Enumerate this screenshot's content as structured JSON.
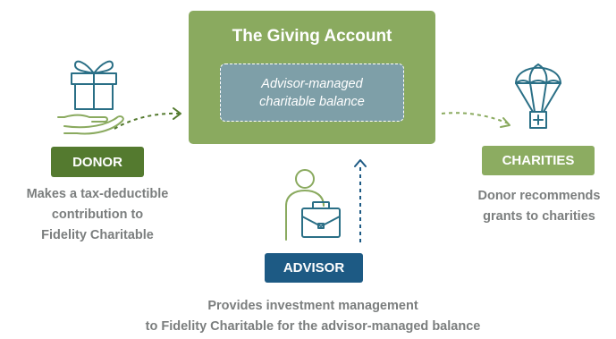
{
  "account": {
    "title": "The Giving Account",
    "inner_line1": "Advisor-managed",
    "inner_line2": "charitable balance"
  },
  "donor": {
    "label": "DONOR",
    "desc_lines": [
      "Makes a tax-deductible",
      "contribution to",
      "Fidelity Charitable"
    ]
  },
  "charities": {
    "label": "CHARITIES",
    "desc_lines": [
      "Donor recommends",
      "grants to charities"
    ]
  },
  "advisor": {
    "label": "ADVISOR",
    "desc_lines": [
      "Provides investment management",
      "to Fidelity Charitable for the advisor-managed balance"
    ]
  },
  "colors": {
    "dark_green": "#547a2f",
    "light_green": "#8aaa5f",
    "slate_blue": "#7e9fa8",
    "navy": "#1d5a84",
    "teal_icon": "#2a6f86",
    "gray_text": "#7b7e7e"
  },
  "icons": [
    "gift-icon",
    "hand-icon",
    "parachute-icon",
    "person-icon",
    "briefcase-icon"
  ]
}
